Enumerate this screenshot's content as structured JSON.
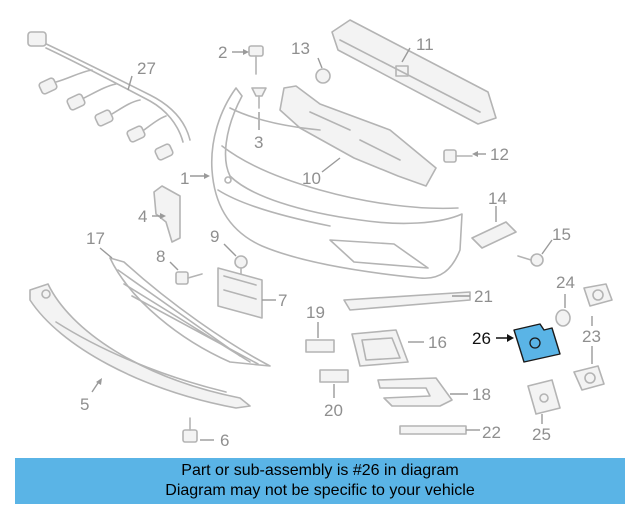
{
  "callouts": {
    "c1": "1",
    "c2": "2",
    "c3": "3",
    "c4": "4",
    "c5": "5",
    "c6": "6",
    "c7": "7",
    "c8": "8",
    "c9": "9",
    "c10": "10",
    "c11": "11",
    "c12": "12",
    "c13": "13",
    "c14": "14",
    "c15": "15",
    "c16": "16",
    "c17": "17",
    "c18": "18",
    "c19": "19",
    "c20": "20",
    "c21": "21",
    "c22": "22",
    "c23": "23",
    "c24": "24",
    "c25": "25",
    "c26": "26",
    "c27": "27"
  },
  "highlight": {
    "callout": "26",
    "color": "#5ab4e6"
  },
  "banner": {
    "line1": "Part or sub-assembly is #26 in diagram",
    "line2": "Diagram may not be specific to your vehicle",
    "color": "#5ab4e6"
  }
}
